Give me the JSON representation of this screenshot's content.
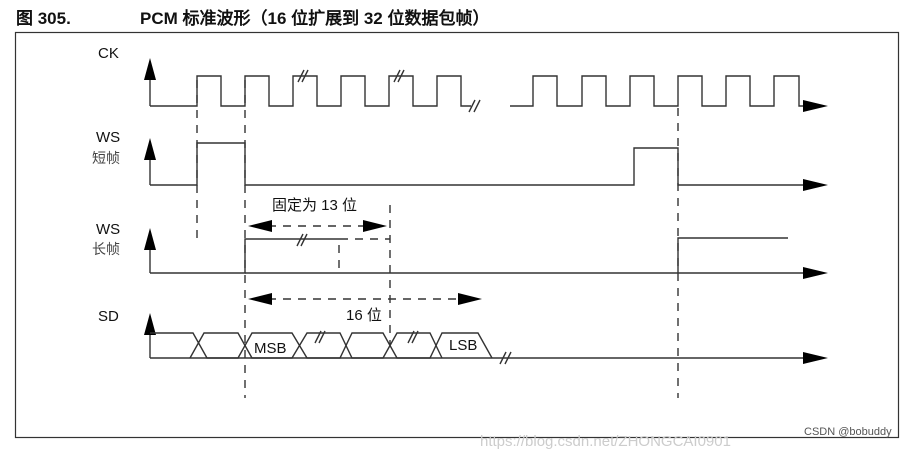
{
  "figure": {
    "number": "图 305.",
    "title": "PCM 标准波形（16 位扩展到 32 位数据包帧）"
  },
  "signals": {
    "ck": {
      "label": "CK"
    },
    "ws_short": {
      "label": "WS",
      "sublabel": "短帧"
    },
    "ws_long": {
      "label": "WS",
      "sublabel": "长帧"
    },
    "sd": {
      "label": "SD",
      "msb": "MSB",
      "lsb": "LSB"
    }
  },
  "annotations": {
    "fixed_13": "固定为 13 位",
    "bits_16": "16 位"
  },
  "watermark": {
    "url": "https://blog.csdn.net/ZHONGCAI0901",
    "credit": "CSDN @bobuddy"
  }
}
